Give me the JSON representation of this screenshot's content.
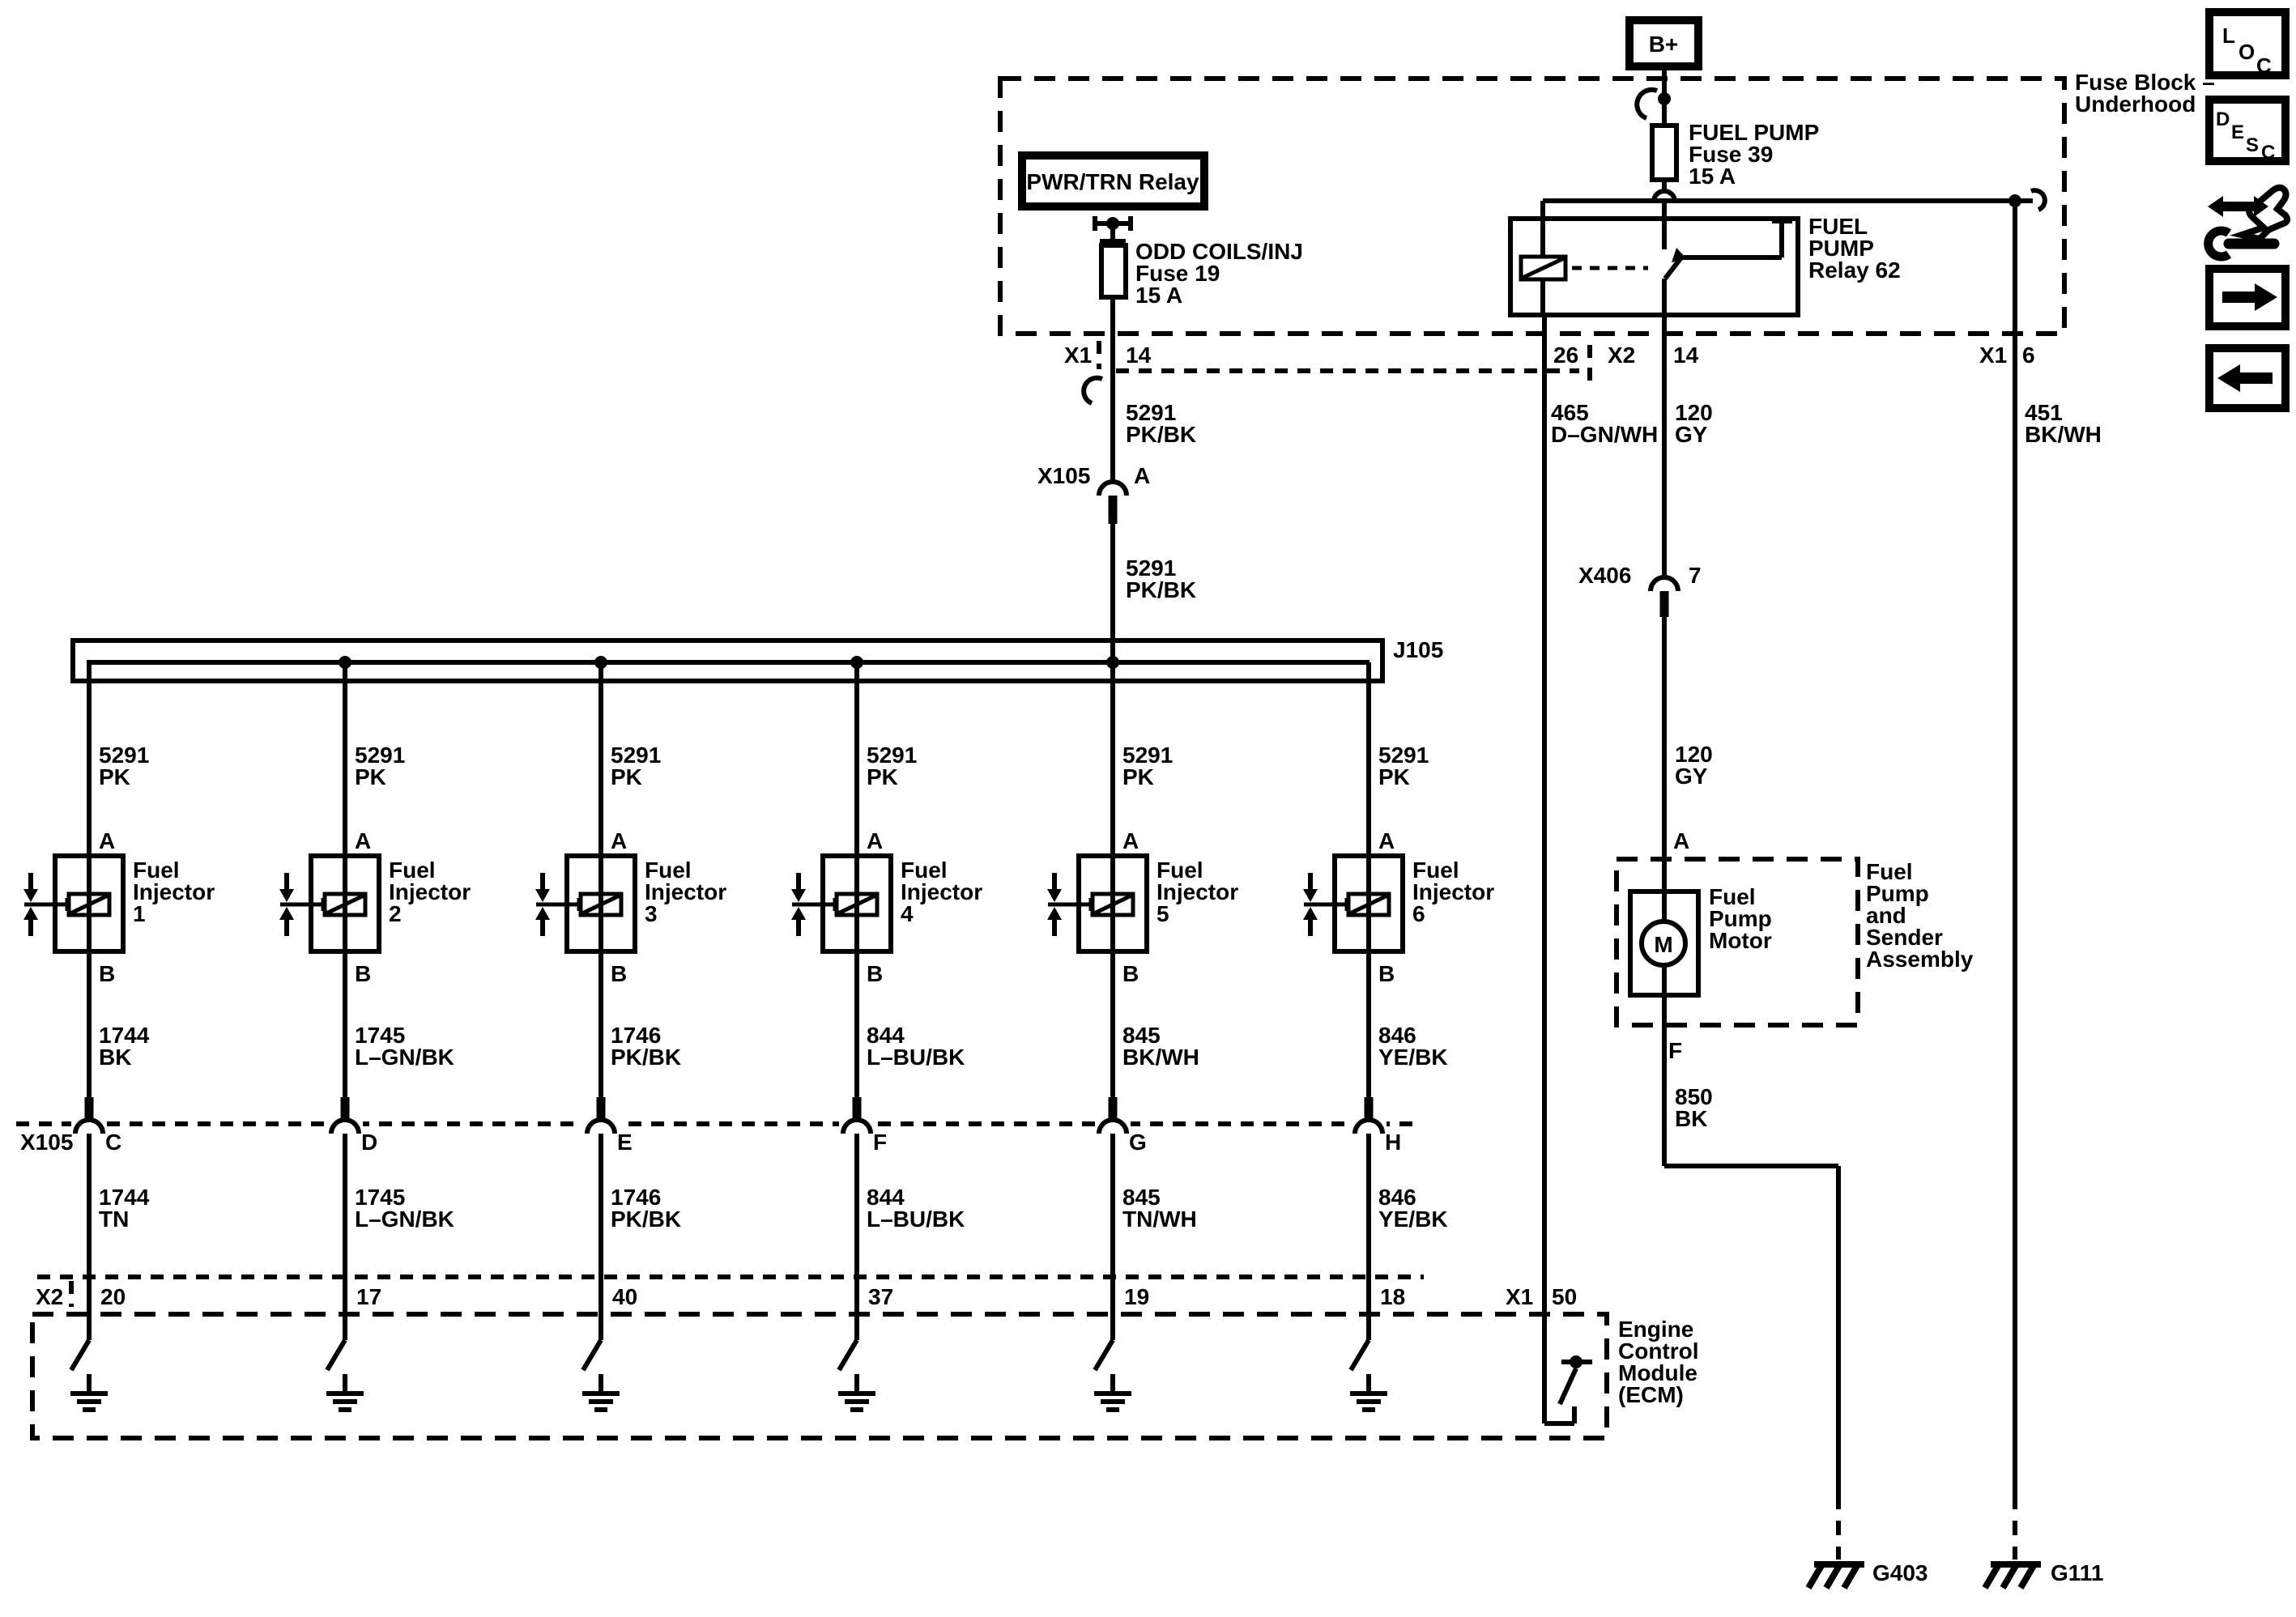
{
  "colors": {
    "ink": "#000000",
    "background": "#ffffff"
  },
  "fuse_block": {
    "label_line1": "Fuse Block –",
    "label_line2": "Underhood"
  },
  "b_plus_label": "B+",
  "pwr_trn_relay_label": "PWR/TRN Relay",
  "fuse39": {
    "name": "FUEL PUMP",
    "id": "Fuse 39",
    "rating": "15 A"
  },
  "fuse19": {
    "name": "ODD COILS/INJ",
    "id": "Fuse 19",
    "rating": "15 A"
  },
  "fuel_pump_relay": {
    "line1": "FUEL",
    "line2": "PUMP",
    "line3": "Relay 62"
  },
  "connectors": {
    "fuse19_out": {
      "conn": "X1",
      "pin": "14"
    },
    "relay_coil_out": {
      "pin": "26"
    },
    "relay_switch_out": {
      "conn": "X2",
      "pin": "14"
    },
    "fuse_block_right": {
      "conn": "X1",
      "pin": "6"
    },
    "x105_a": {
      "conn": "X105",
      "pin": "A"
    },
    "x406": {
      "conn": "X406",
      "pin": "7"
    },
    "x105_row": "X105",
    "ecm_x2": "X2",
    "ecm_x1": {
      "conn": "X1",
      "pin": "50"
    }
  },
  "wires": {
    "w5291_pkbk": {
      "num": "5291",
      "color": "PK/BK"
    },
    "w465": {
      "num": "465",
      "color": "D–GN/WH"
    },
    "w120": {
      "num": "120",
      "color": "GY"
    },
    "w451": {
      "num": "451",
      "color": "BK/WH"
    },
    "w850": {
      "num": "850",
      "color": "BK"
    }
  },
  "j105_label": "J105",
  "injectors": [
    {
      "num": "1",
      "pin_a": "A",
      "pin_b": "B",
      "name_line1": "Fuel",
      "name_line2": "Injector",
      "wire_top": {
        "num": "5291",
        "color": "PK"
      },
      "wire_mid": {
        "num": "1744",
        "color": "BK"
      },
      "x105_pin": "C",
      "wire_low": {
        "num": "1744",
        "color": "TN"
      },
      "ecm_pin": "20"
    },
    {
      "num": "2",
      "pin_a": "A",
      "pin_b": "B",
      "name_line1": "Fuel",
      "name_line2": "Injector",
      "wire_top": {
        "num": "5291",
        "color": "PK"
      },
      "wire_mid": {
        "num": "1745",
        "color": "L–GN/BK"
      },
      "x105_pin": "D",
      "wire_low": {
        "num": "1745",
        "color": "L–GN/BK"
      },
      "ecm_pin": "17"
    },
    {
      "num": "3",
      "pin_a": "A",
      "pin_b": "B",
      "name_line1": "Fuel",
      "name_line2": "Injector",
      "wire_top": {
        "num": "5291",
        "color": "PK"
      },
      "wire_mid": {
        "num": "1746",
        "color": "PK/BK"
      },
      "x105_pin": "E",
      "wire_low": {
        "num": "1746",
        "color": "PK/BK"
      },
      "ecm_pin": "40"
    },
    {
      "num": "4",
      "pin_a": "A",
      "pin_b": "B",
      "name_line1": "Fuel",
      "name_line2": "Injector",
      "wire_top": {
        "num": "5291",
        "color": "PK"
      },
      "wire_mid": {
        "num": "844",
        "color": "L–BU/BK"
      },
      "x105_pin": "F",
      "wire_low": {
        "num": "844",
        "color": "L–BU/BK"
      },
      "ecm_pin": "37"
    },
    {
      "num": "5",
      "pin_a": "A",
      "pin_b": "B",
      "name_line1": "Fuel",
      "name_line2": "Injector",
      "wire_top": {
        "num": "5291",
        "color": "PK"
      },
      "wire_mid": {
        "num": "845",
        "color": "BK/WH"
      },
      "x105_pin": "G",
      "wire_low": {
        "num": "845",
        "color": "TN/WH"
      },
      "ecm_pin": "19"
    },
    {
      "num": "6",
      "pin_a": "A",
      "pin_b": "B",
      "name_line1": "Fuel",
      "name_line2": "Injector",
      "wire_top": {
        "num": "5291",
        "color": "PK"
      },
      "wire_mid": {
        "num": "846",
        "color": "YE/BK"
      },
      "x105_pin": "H",
      "wire_low": {
        "num": "846",
        "color": "YE/BK"
      },
      "ecm_pin": "18"
    }
  ],
  "ecm": {
    "line1": "Engine",
    "line2": "Control",
    "line3": "Module",
    "line4": "(ECM)"
  },
  "fuel_pump": {
    "pin_a": "A",
    "pin_f": "F",
    "motor_symbol": "M",
    "motor_line1": "Fuel",
    "motor_line2": "Pump",
    "motor_line3": "Motor",
    "assembly_line1": "Fuel",
    "assembly_line2": "Pump",
    "assembly_line3": "and",
    "assembly_line4": "Sender",
    "assembly_line5": "Assembly"
  },
  "grounds": {
    "g403": "G403",
    "g111": "G111"
  },
  "sidebar": {
    "loc": [
      "L",
      "O",
      "C"
    ],
    "desc": [
      "D",
      "E",
      "S",
      "C"
    ]
  }
}
